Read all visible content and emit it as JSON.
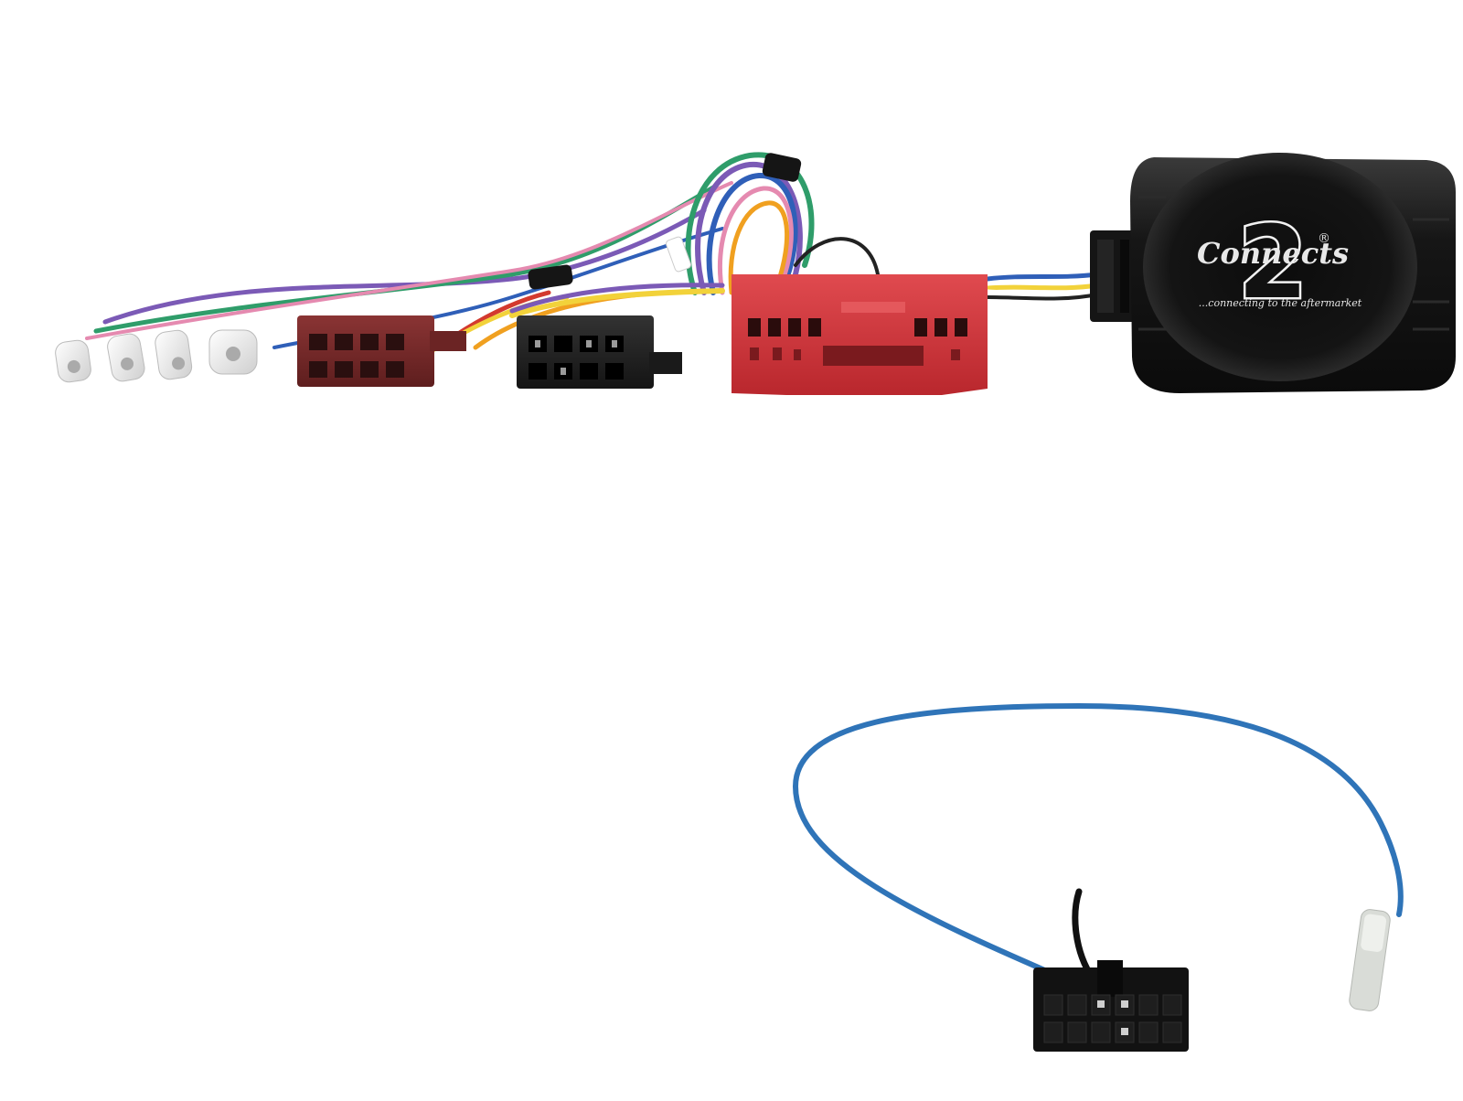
{
  "product": {
    "logo": {
      "brand_script": "Connects",
      "brand_number": "2",
      "registered_mark": "®",
      "tagline": "...connecting to the aftermarket"
    }
  },
  "colors": {
    "background": "#ffffff",
    "interface_box": "#1a1a1a",
    "mazda_plug": "#d63a3f",
    "iso_power_plug": "#7a2a2a",
    "iso_speaker_plug": "#222222",
    "patch_lead": "#2f74b8",
    "wires": [
      "#7b5ab6",
      "#2f9d6a",
      "#e58ab0",
      "#2f5fb8",
      "#f0a020",
      "#f2d23a",
      "#222222",
      "#d33a2e",
      "#8a5a3a"
    ]
  },
  "icons": {
    "interface_box": "steering-control-interface-icon",
    "patch_lead": "patch-lead-icon"
  }
}
